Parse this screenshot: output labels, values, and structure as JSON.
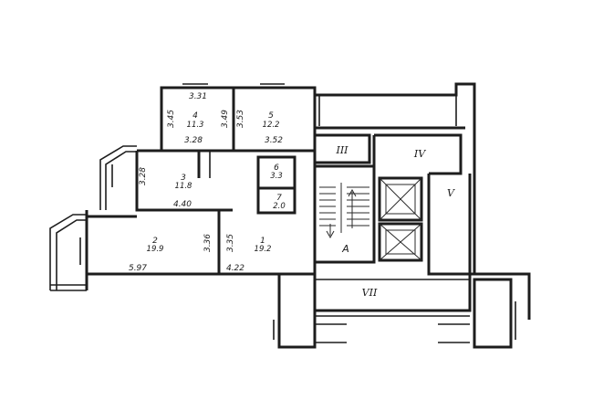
{
  "rooms": [
    {
      "id": "1",
      "area": "19.2"
    },
    {
      "id": "2",
      "area": "19.9"
    },
    {
      "id": "3",
      "area": "11.8"
    },
    {
      "id": "4",
      "area": "11.3"
    },
    {
      "id": "5",
      "area": "12.2"
    },
    {
      "id": "6",
      "area": "3.3"
    },
    {
      "id": "7",
      "area": "2.0"
    }
  ],
  "dimensions": {
    "room4_top": "3.31",
    "room4_left": "3.45",
    "room4_right": "3.49",
    "room4_bottom": "3.28",
    "room5_left": "3.53",
    "room5_bottom": "3.52",
    "room3_left": "3.28",
    "room3_bottom": "4.40",
    "room2_right": "3.36",
    "room2_bottom": "5.97",
    "room1_left": "3.35",
    "room1_bottom": "4.22"
  },
  "zones": {
    "III": "III",
    "IV": "IV",
    "V": "V",
    "VII": "VII",
    "A": "A"
  }
}
